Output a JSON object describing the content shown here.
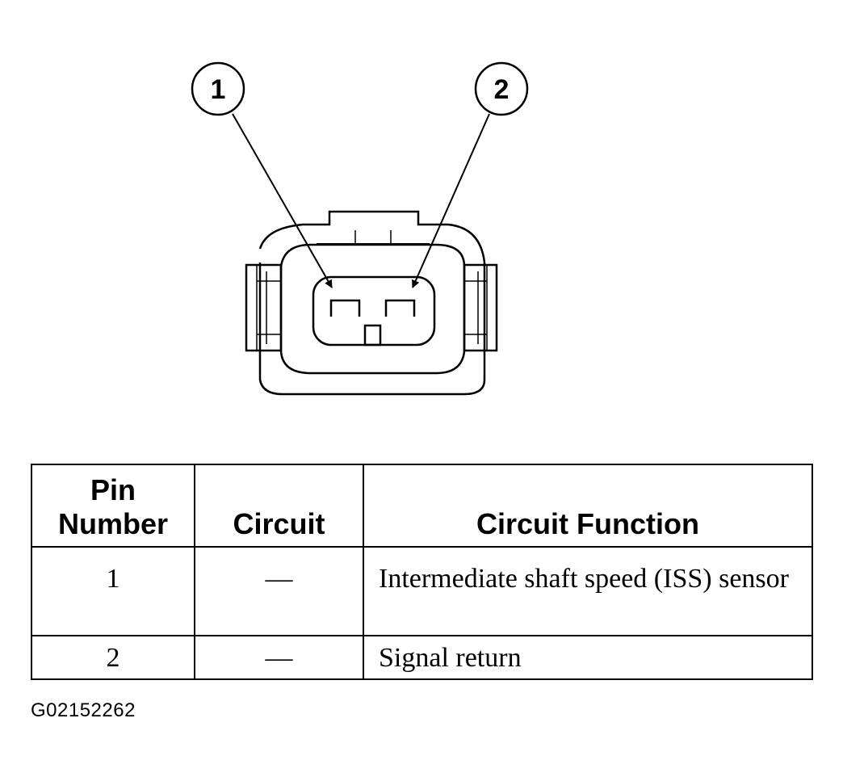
{
  "diagram": {
    "callouts": [
      {
        "label": "1"
      },
      {
        "label": "2"
      }
    ]
  },
  "table": {
    "headers": {
      "pin_line1": "Pin",
      "pin_line2": "Number",
      "circuit": "Circuit",
      "function": "Circuit Function"
    },
    "rows": [
      {
        "pin": "1",
        "circuit": "—",
        "function": "Intermediate shaft speed (ISS) sensor"
      },
      {
        "pin": "2",
        "circuit": "—",
        "function": "Signal return"
      }
    ]
  },
  "figure_id": "G02152262"
}
